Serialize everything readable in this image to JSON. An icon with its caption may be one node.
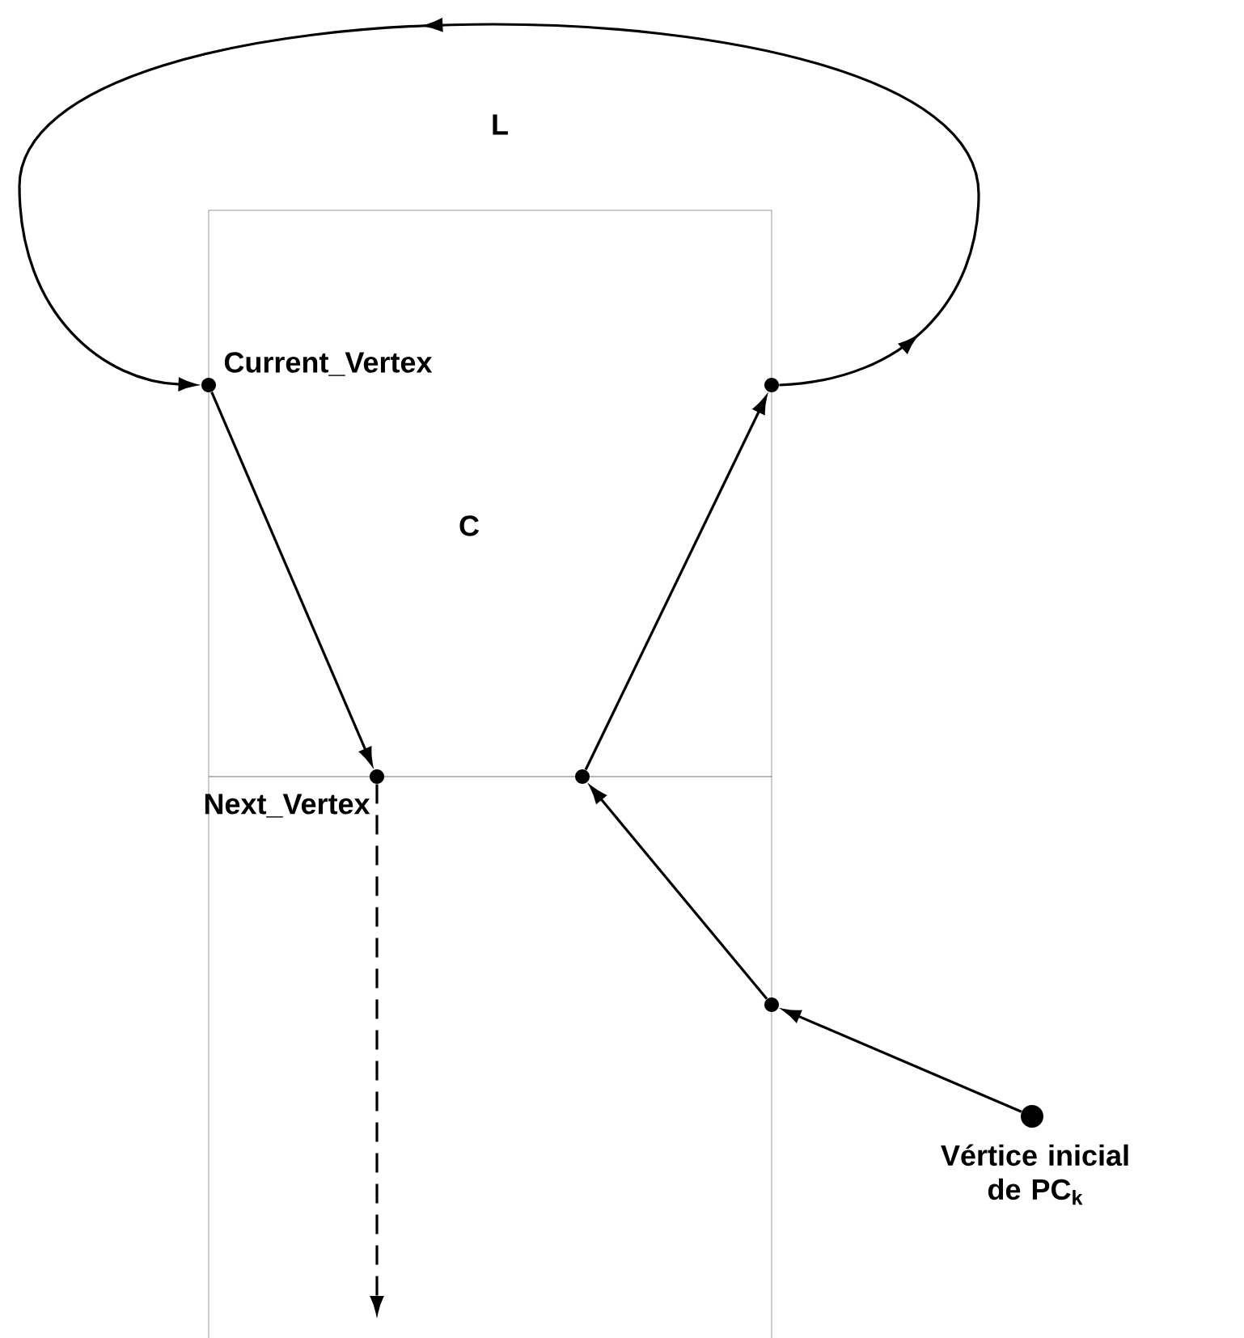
{
  "diagram": {
    "nodes": [
      {
        "text": [],
        "shape": "circle",
        "beside": [
          "Current_Vertex"
        ]
      },
      {
        "text": [],
        "shape": "circle"
      },
      {
        "text": [],
        "shape": "circle",
        "beside": [
          "Next_Vertex"
        ]
      },
      {
        "text": [],
        "shape": "circle"
      },
      {
        "text": [],
        "shape": "circle"
      },
      {
        "text": [],
        "shape": "circle",
        "beside": [
          "Vértice inicial de PC$_{k}$"
        ]
      }
    ],
    "edges": [
      {
        "from": 0,
        "to": 2,
        "arrow": "to"
      },
      {
        "from": 3,
        "to": 1,
        "arrow": "to"
      },
      {
        "from": 1,
        "to": 0,
        "arrow": "to"
      },
      {
        "from": 4,
        "to": 3,
        "arrow": "to"
      },
      {
        "from": 5,
        "to": 4,
        "arrow": "to"
      },
      {
        "from": 2,
        "to": null,
        "arrow": "to",
        "style": "dashed"
      }
    ],
    "labels": [
      "L",
      "C"
    ]
  }
}
